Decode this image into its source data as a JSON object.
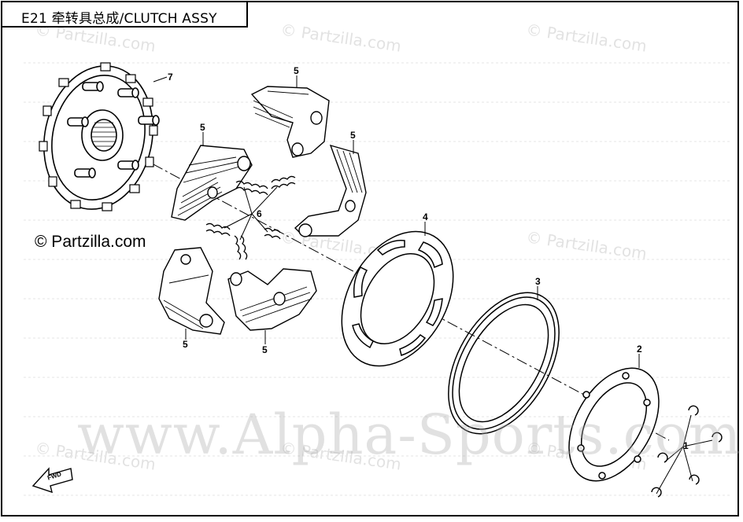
{
  "title": "E21 牵转具总成/CLUTCH ASSY",
  "watermark_main": "www.Alpha-Sports.com",
  "watermark_small": "© Partzilla.com",
  "copyright": "© Partzilla.com",
  "callouts": {
    "c7": "7",
    "c5a": "5",
    "c5b": "5",
    "c5c": "5",
    "c5d": "5",
    "c5e": "5",
    "c6": "6",
    "c4": "4",
    "c3": "3",
    "c2": "2",
    "c1": "1"
  },
  "fwd_label": "FWD"
}
